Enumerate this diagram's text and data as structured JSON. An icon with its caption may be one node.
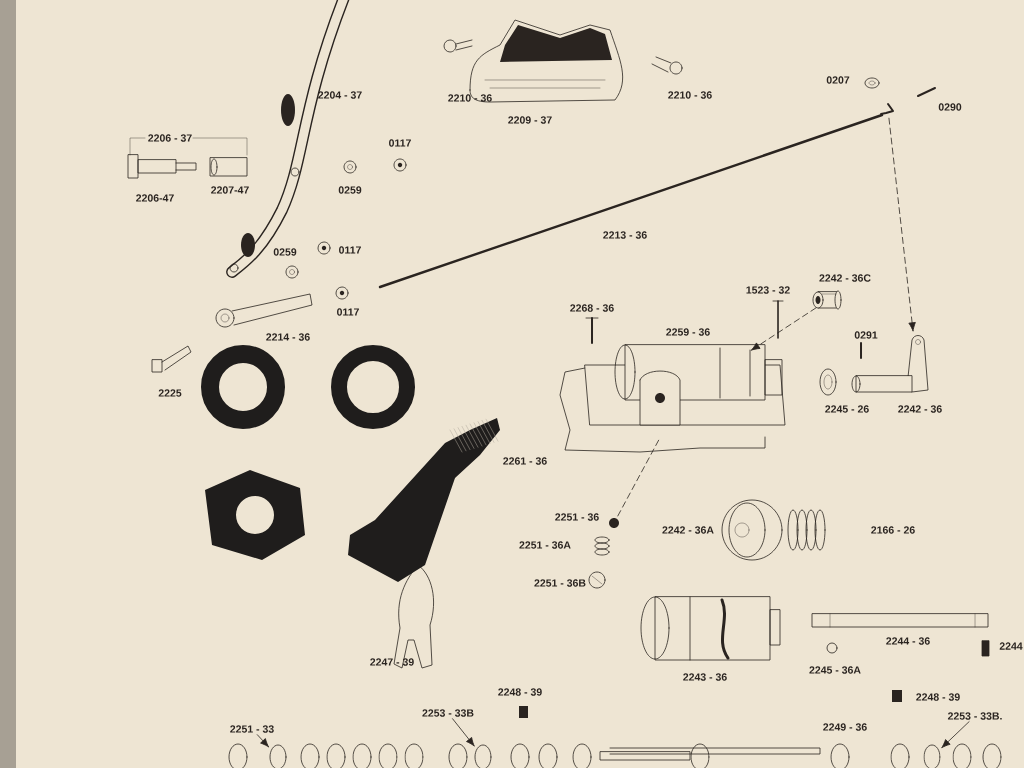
{
  "diagram": {
    "nodes": [
      {
        "text": [],
        "shape": "picture"
      },
      {
        "text": [],
        "shape": "picture",
        "beside": [
          "2242 - 36"
        ]
      },
      {
        "text": [],
        "shape": "picture",
        "beside": [
          "2242 - 36C"
        ]
      },
      {
        "text": [],
        "shape": "picture",
        "beside": [
          "2259 - 36"
        ]
      },
      {
        "text": [],
        "shape": "picture",
        "beside": [
          "2251 - 36"
        ]
      },
      {
        "text": [
          "2251 - 33"
        ]
      },
      {
        "text": [],
        "shape": "circle"
      },
      {
        "text": [
          "2253 - 33B"
        ]
      },
      {
        "text": [],
        "shape": "circle"
      },
      {
        "text": [
          "2253 - 33B."
        ]
      },
      {
        "text": [],
        "shape": "circle"
      }
    ],
    "edges": [
      {
        "from": 0,
        "to": 1,
        "arrow": "to",
        "style": "dashed"
      },
      {
        "from": 2,
        "to": 3,
        "arrow": "to",
        "style": "dashed"
      },
      {
        "from": 4,
        "to": 3,
        "arrow": "none",
        "style": "dashed"
      },
      {
        "from": 5,
        "to": 6,
        "arrow": "to"
      },
      {
        "from": 7,
        "to": 8,
        "arrow": "to"
      },
      {
        "from": 9,
        "to": 10,
        "arrow": "to"
      }
    ],
    "labels": [
      "2204 - 37",
      "2210 - 36",
      "2210 - 36",
      "0207",
      "0290",
      "2209 - 37",
      "2206 - 37",
      "0117",
      "2206-47",
      "2207-47",
      "0259",
      "2213 - 36",
      "0259",
      "0117",
      "0117",
      "1523 - 32",
      "2268 - 36",
      "2214 - 36",
      "0291",
      "2225",
      "2245 - 26",
      "2261 - 36",
      "2242 - 36A",
      "2166 - 26",
      "2251 - 36A",
      "2251 - 36B",
      "2244 - 36",
      "2244",
      "2247 - 39",
      "2243 - 36",
      "2245 - 36A",
      "2248 - 39",
      "2248 - 39",
      "2249 - 36"
    ]
  }
}
